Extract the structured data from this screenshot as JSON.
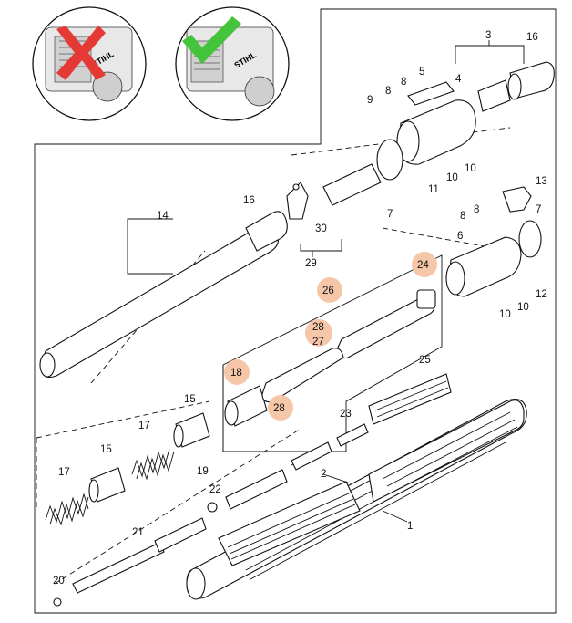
{
  "thumbnails": {
    "brand_text": "STIHL",
    "wrong_color": "#e53935",
    "right_color": "#43c43b"
  },
  "highlight_color": "#f6c6a8",
  "labels": {
    "p1": "1",
    "p2": "2",
    "p3": "3",
    "p4": "4",
    "p5": "5",
    "p6": "6",
    "p7a": "7",
    "p7b": "7",
    "p8a": "8",
    "p8b": "8",
    "p8c": "8",
    "p9": "9",
    "p10a": "10",
    "p10b": "10",
    "p10c": "10",
    "p10d": "10",
    "p11": "11",
    "p12": "12",
    "p13": "13",
    "p14": "14",
    "p15a": "15",
    "p15b": "15",
    "p16a": "16",
    "p16b": "16",
    "p17a": "17",
    "p17b": "17",
    "p18": "18",
    "p19": "19",
    "p20": "20",
    "p21": "21",
    "p22": "22",
    "p23": "23",
    "p24": "24",
    "p25": "25",
    "p26": "26",
    "p27": "27",
    "p28a": "28",
    "p28b": "28",
    "p29": "29",
    "p30": "30"
  }
}
